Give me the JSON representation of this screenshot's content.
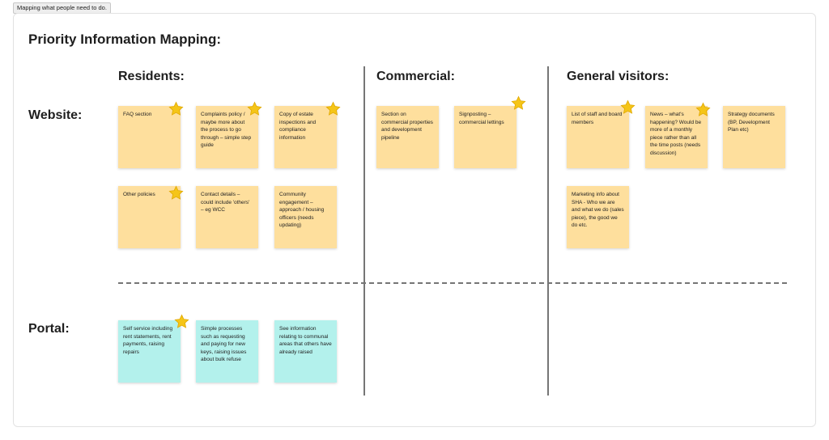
{
  "frame_label": "Mapping what people need to do.",
  "board_title": "Priority Information Mapping:",
  "columns": {
    "residents": "Residents:",
    "commercial": "Commercial:",
    "general": "General visitors:"
  },
  "rows": {
    "website": "Website:",
    "portal": "Portal:"
  },
  "notes": {
    "faq": "FAQ section",
    "complaints": "Complaints policy / maybe more about the process to go through – simple step guide",
    "estate": "Copy of estate inspections and compliance information",
    "other_policies": "Other policies",
    "contact": "Contact details – could include 'others' – eg WCC",
    "community": "Community engagement – approach / housing officers (needs updating)",
    "commercial_section": "Section on commercial properties and development pipeline",
    "signposting": "Signposting – commercial lettings",
    "staff": "List of staff and board members",
    "news": "News – what's happening? Would be more of a monthly piece rather than all the time posts (needs discussion)",
    "strategy": "Strategy documents (BP, Development Plan etc)",
    "marketing": "Marketing info about SHA - Who we are and what we do (sales piece), the good we do etc.",
    "self_service": "Self service including rent statements, rent payments, raising repairs",
    "simple_processes": "Simple processes such as requesting and paying for new keys, raising issues about bulk refuse",
    "communal": "See information relating to communal areas that others have already raised"
  },
  "colors": {
    "yellow_note": "#fedf9d",
    "cyan_note": "#b3f1ec",
    "star": "#f5c518",
    "divider": "#757575"
  }
}
